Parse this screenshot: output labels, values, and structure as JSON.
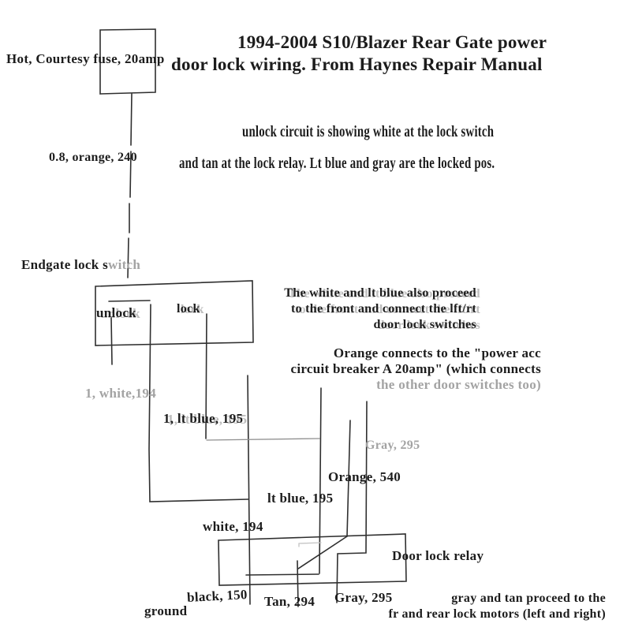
{
  "title": {
    "line1": "1994-2004 S10/Blazer Rear Gate power",
    "line2": "door lock wiring. From Haynes Repair Manual"
  },
  "subtitle": {
    "line1": "unlock circuit is showing white at the lock switch",
    "line2": "and tan at the lock relay. Lt blue and gray are the locked pos."
  },
  "fuse_box": {
    "label": "Hot, Courtesy fuse, 20amp",
    "wire_label": "0.8, orange, 240"
  },
  "endgate_switch": {
    "label_black": "Endgate lock s",
    "label_gray": "witch",
    "unlock_label": "unlock",
    "lock_label": "lock"
  },
  "note_front_doors": {
    "line1": "The white and lt blue also proceed",
    "line2": "to the front and connect the lft/rt",
    "line3": "door lock switches"
  },
  "note_breaker": {
    "line1": "Orange connects to the \"power acc",
    "line2": "circuit breaker A 20amp\" (which connects",
    "line3_gray": "the other door switches too)"
  },
  "note_motors": {
    "line1": "gray and tan proceed to the",
    "line2": "fr and rear lock motors (left and right)"
  },
  "relay": {
    "label": "Door lock relay"
  },
  "wire_labels": {
    "white_upper": "1, white,194",
    "lt_blue_upper": "1, lt blue, 195",
    "gray_upper": "Gray, 295",
    "orange_lower": "Orange, 540",
    "lt_blue_lower": "lt blue, 195",
    "white_lower": "white, 194",
    "black_ground": "black, 150",
    "ground": "ground",
    "tan": "Tan, 294",
    "gray_lower": "Gray, 295"
  },
  "colors": {
    "ink": "#1c1c1c",
    "gray_text": "#a3a3a3",
    "wire": "#2f2f2f",
    "wire_gray": "#909090",
    "background": "#ffffff"
  }
}
